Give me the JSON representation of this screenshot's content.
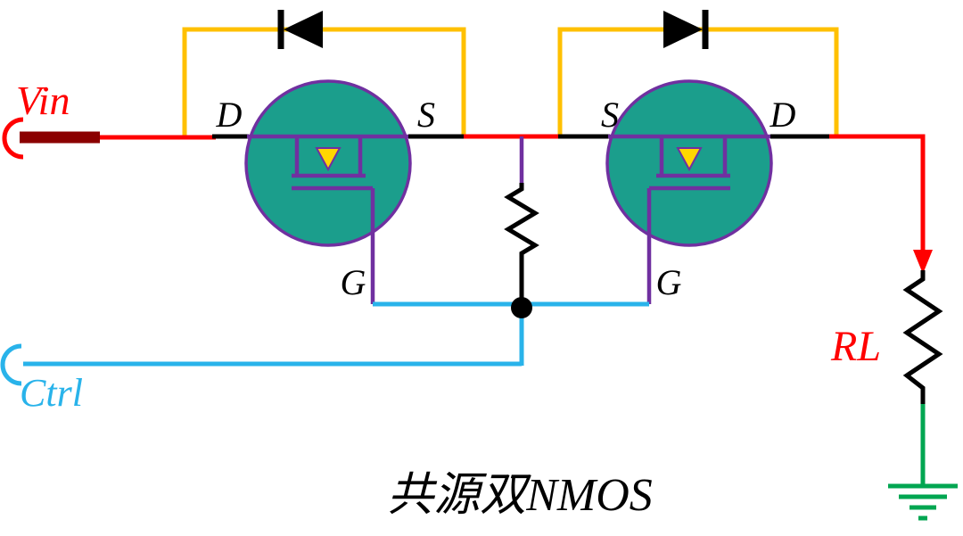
{
  "title": "共源双NMOS",
  "io": {
    "vin_label": "Vin",
    "ctrl_label": "Ctrl",
    "load_label": "RL"
  },
  "transistor1": {
    "left_terminal": "D",
    "right_terminal": "S",
    "gate": "G"
  },
  "transistor2": {
    "left_terminal": "S",
    "right_terminal": "D",
    "gate": "G"
  },
  "colors": {
    "wire_red": "#ff0000",
    "vin_bar": "#8b0000",
    "wire_orange": "#ffc000",
    "wire_cyan": "#29b3ea",
    "transistor_fill": "#1b9e8c",
    "transistor_stroke": "#7030a0",
    "wire_purple": "#7030a0",
    "black": "#000000",
    "ground_green": "#00a651",
    "arrow_yellow": "#ffd700"
  }
}
